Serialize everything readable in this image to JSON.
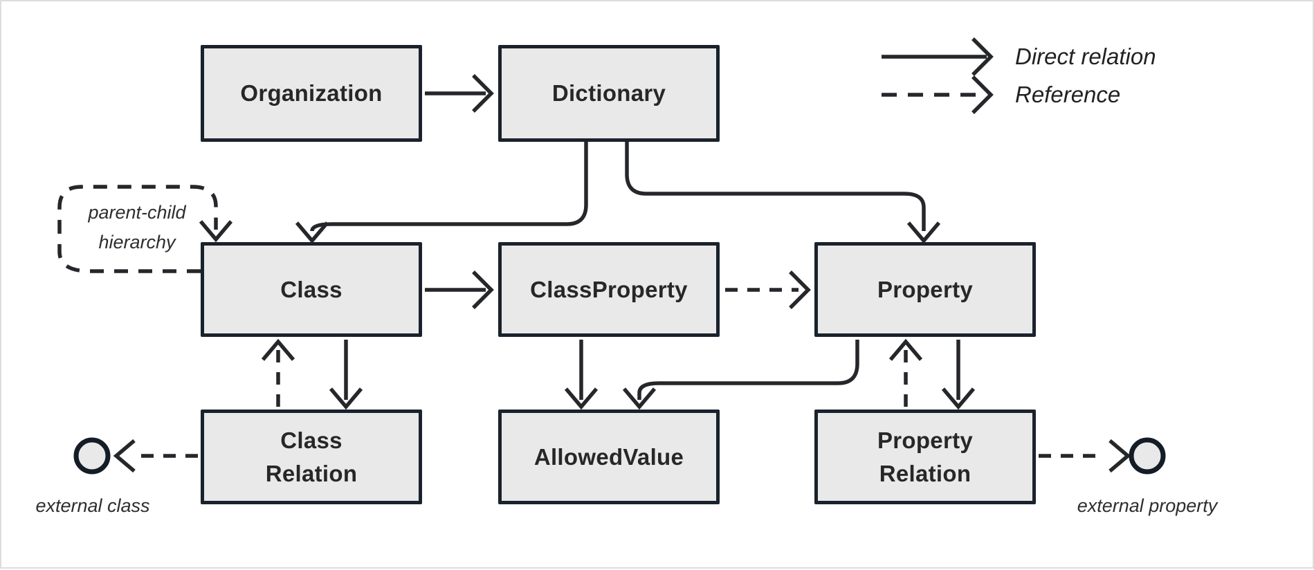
{
  "boxes": {
    "organization": {
      "label": "Organization"
    },
    "dictionary": {
      "label": "Dictionary"
    },
    "class": {
      "label": "Class"
    },
    "class_property": {
      "label": "ClassProperty"
    },
    "property": {
      "label": "Property"
    },
    "class_relation": {
      "line1": "Class",
      "line2": "Relation"
    },
    "allowed_value": {
      "label": "AllowedValue"
    },
    "property_relation": {
      "line1": "Property",
      "line2": "Relation"
    }
  },
  "annotations": {
    "parent_child_hierarchy": {
      "line1": "parent-child",
      "line2": "hierarchy"
    },
    "external_class": {
      "label": "external class"
    },
    "external_property": {
      "label": "external property"
    }
  },
  "legend": {
    "direct_relation": {
      "label": "Direct relation",
      "style": "solid"
    },
    "reference": {
      "label": "Reference",
      "style": "dashed"
    }
  },
  "edges": [
    {
      "from": "Organization",
      "to": "Dictionary",
      "type": "direct"
    },
    {
      "from": "Dictionary",
      "to": "Class",
      "type": "direct"
    },
    {
      "from": "Dictionary",
      "to": "Property",
      "type": "direct"
    },
    {
      "from": "Class",
      "to": "ClassProperty",
      "type": "direct"
    },
    {
      "from": "ClassProperty",
      "to": "Property",
      "type": "reference"
    },
    {
      "from": "ClassProperty",
      "to": "AllowedValue",
      "type": "direct"
    },
    {
      "from": "Property",
      "to": "AllowedValue",
      "type": "direct"
    },
    {
      "from": "Class",
      "to": "Class Relation",
      "type": "direct"
    },
    {
      "from": "Class Relation",
      "to": "Class",
      "type": "reference"
    },
    {
      "from": "Property",
      "to": "Property Relation",
      "type": "direct"
    },
    {
      "from": "Property Relation",
      "to": "Property",
      "type": "reference"
    },
    {
      "from": "Class Relation",
      "to": "external class",
      "type": "reference"
    },
    {
      "from": "Property Relation",
      "to": "external property",
      "type": "reference"
    },
    {
      "from": "Class",
      "to": "Class",
      "type": "reference",
      "note": "parent-child hierarchy"
    }
  ],
  "colors": {
    "background": "#ffffff",
    "box_fill": "#e9e9e9",
    "box_border": "#1a222c",
    "line": "#26272b",
    "text": "#272727"
  }
}
